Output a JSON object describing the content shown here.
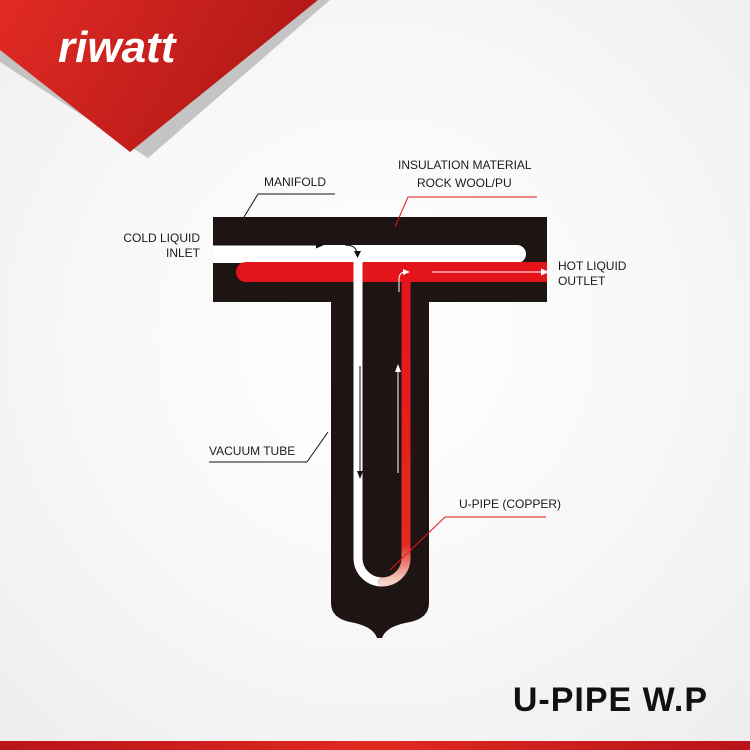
{
  "brand": {
    "name": "riwatt"
  },
  "title": "U-PIPE W.P",
  "labels": {
    "manifold": "MANIFOLD",
    "insulation_line1": "INSULATION MATERIAL",
    "insulation_line2": "ROCK WOOL/PU",
    "cold_inlet_line1": "COLD LIQUID",
    "cold_inlet_line2": "INLET",
    "hot_outlet_line1": "HOT LIQUID",
    "hot_outlet_line2": "OUTLET",
    "vacuum_tube": "VACUUM TUBE",
    "u_pipe": "U-PIPE (COPPER)"
  },
  "colors": {
    "brand_red": "#d0201f",
    "body_black": "#1e1414",
    "hot_red": "#e3141a",
    "cold_white": "#ffffff",
    "bottom_bar": "#c8201c"
  }
}
